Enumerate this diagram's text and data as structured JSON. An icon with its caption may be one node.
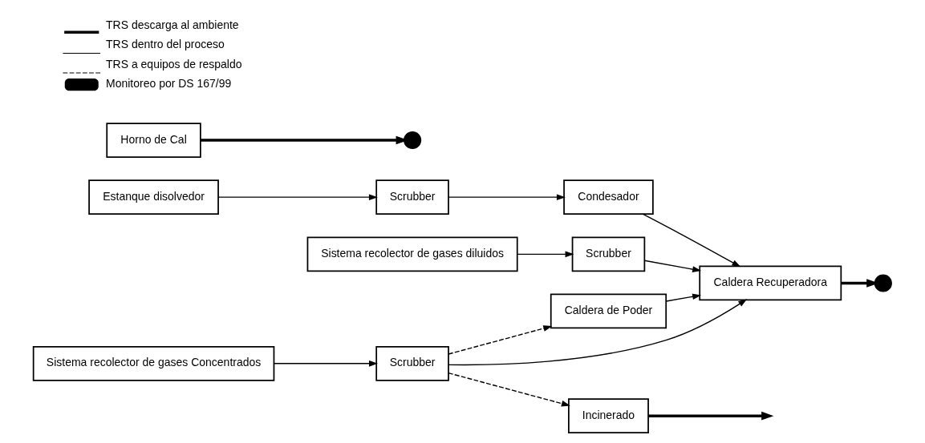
{
  "diagram": {
    "nodes": [
      {
        "text": [
          "Caldera de Poder"
        ]
      },
      {
        "text": [
          "Condesador"
        ]
      },
      {
        "text": [
          "Scrubber"
        ]
      },
      {
        "text": [
          "Caldera Recuperadora"
        ]
      },
      {
        "text": [
          "Horno de Cal"
        ]
      },
      {
        "text": [
          "Incinerado"
        ]
      },
      {
        "text": [
          "Estanque disolvedor"
        ]
      },
      {
        "text": [
          "Sistema recolector de gases diluidos"
        ]
      },
      {
        "text": [
          "Scrubber"
        ]
      },
      {
        "text": [
          "Scrubber"
        ]
      },
      {
        "text": [
          "Sistema recolector de gases Concentrados"
        ]
      },
      {
        "text": [],
        "shape": "circle"
      },
      {
        "text": [],
        "shape": "circle"
      }
    ],
    "edges": [
      {
        "from": 6,
        "to": 2,
        "arrow": "to"
      },
      {
        "from": 2,
        "to": 1,
        "arrow": "to"
      },
      {
        "from": 1,
        "to": 3,
        "arrow": "to"
      },
      {
        "from": 0,
        "to": 3,
        "arrow": "to"
      },
      {
        "from": 3,
        "to": 11,
        "arrow": "to",
        "style": "thick"
      },
      {
        "from": 4,
        "to": 12,
        "arrow": "to",
        "style": "thick"
      },
      {
        "from": 5,
        "to": null,
        "arrow": "to",
        "style": "thick"
      },
      {
        "from": 7,
        "to": 8,
        "arrow": "to"
      },
      {
        "from": 8,
        "to": 3,
        "arrow": "to"
      },
      {
        "from": 9,
        "to": 3,
        "arrow": "to"
      },
      {
        "from": 9,
        "to": 0,
        "arrow": "to",
        "style": "dashed"
      },
      {
        "from": 9,
        "to": 5,
        "arrow": "to",
        "style": "dashed"
      },
      {
        "from": 10,
        "to": 9,
        "arrow": "to"
      }
    ],
    "legend": [
      {
        "text": "TRS descarga al ambiente"
      },
      {
        "text": "TRS dentro del proceso"
      },
      {
        "text": "TRS a equipos de respaldo"
      },
      {
        "text": "Monitoreo por DS 167/99"
      }
    ]
  }
}
